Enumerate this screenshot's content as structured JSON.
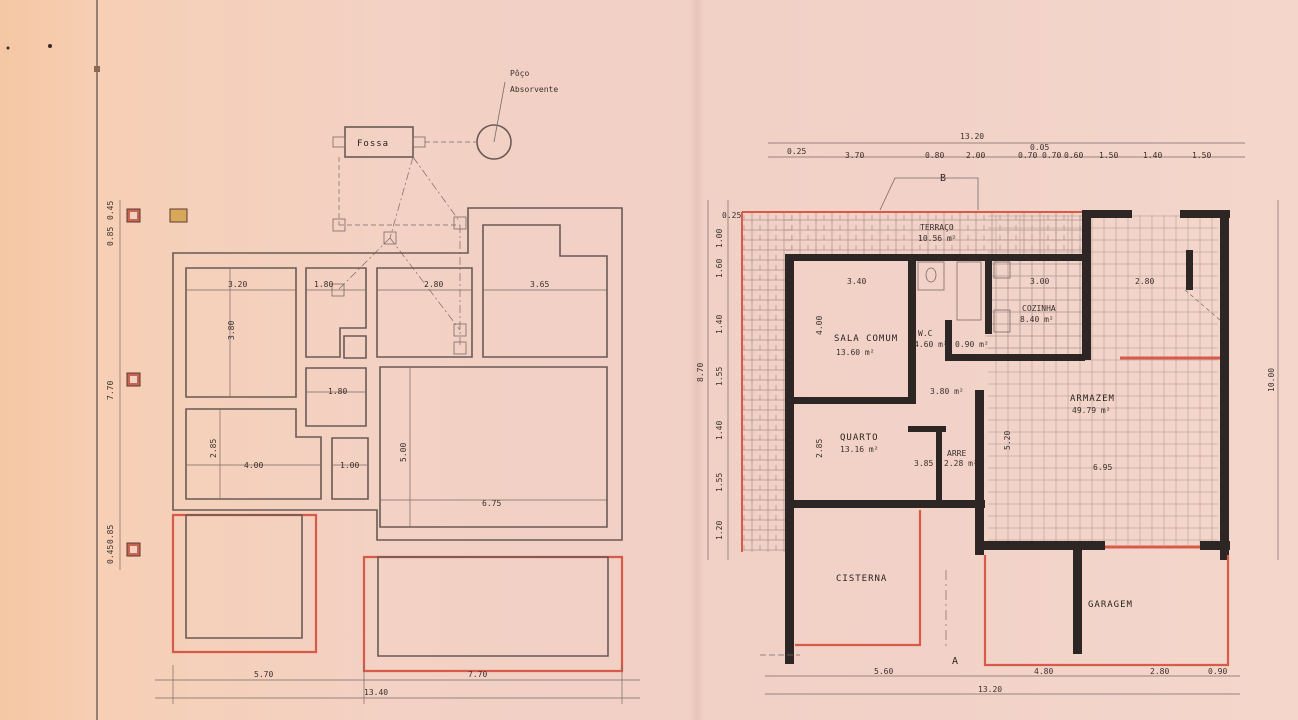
{
  "left_plan": {
    "labels": {
      "poco": "Pôço",
      "absorvente": "Absorvente",
      "fossa": "Fossa"
    },
    "room_dims": {
      "r1_w": "3.20",
      "r1_h": "3.80",
      "r2_w": "1.80",
      "r3_w": "2.80",
      "r4_w": "3.65",
      "r5_w": "1.80",
      "r6_h": "2.85",
      "r6_w": "4.00",
      "r7_w": "1.00",
      "r8_h": "5.00",
      "r8_w": "6.75"
    },
    "left_dims": [
      "0.85",
      "0.45",
      "7.70",
      "0.45",
      "0.85"
    ],
    "bottom_dims": {
      "a": "5.70",
      "b": "7.70",
      "total": "13.40"
    }
  },
  "right_plan": {
    "top_dims": {
      "total": "13.20",
      "segments": [
        "0.25",
        "3.70",
        "0.80",
        "2.00",
        "0.70",
        "0.05",
        "0.70",
        "0.60",
        "1.50",
        "1.40",
        "1.50"
      ]
    },
    "section_marks": {
      "top": "B",
      "bottom": "A"
    },
    "left_dims": [
      "0.25",
      "1.00",
      "1.60",
      "1.40",
      "1.55",
      "1.40",
      "1.55",
      "1.20"
    ],
    "left_total": "8.70",
    "right_total": "10.00",
    "rooms": {
      "terraco": "TERRAÇO",
      "terraco_area": "10.56 m²",
      "sala": "SALA COMUM",
      "sala_area": "13.60 m²",
      "sala_w": "3.40",
      "sala_h": "4.00",
      "wc": "W.C",
      "wc_area": "4.60 m²",
      "wc_b": "0.90 m²",
      "cozinha": "COZINHA",
      "cozinha_area": "8.40 m²",
      "cozinha_w": "3.00",
      "corr_area": "3.80 m²",
      "armazem": "ARMAZEM",
      "armazem_area": "49.79 m²",
      "armazem_w": "2.80",
      "armazem_w2": "6.95",
      "armazem_h": "5.20",
      "quarto": "QUARTO",
      "quarto_area": "13.16 m²",
      "quarto_h": "2.85",
      "arrec": "ARRE",
      "arrec_area": "2.28 m²",
      "arrec_h": "3.85",
      "cisterna": "CISTERNA",
      "garagem": "GARAGEM"
    },
    "bottom_dims": {
      "a": "5.60",
      "b": "4.80",
      "c": "2.80",
      "d": "0.90",
      "total": "13.20"
    }
  }
}
